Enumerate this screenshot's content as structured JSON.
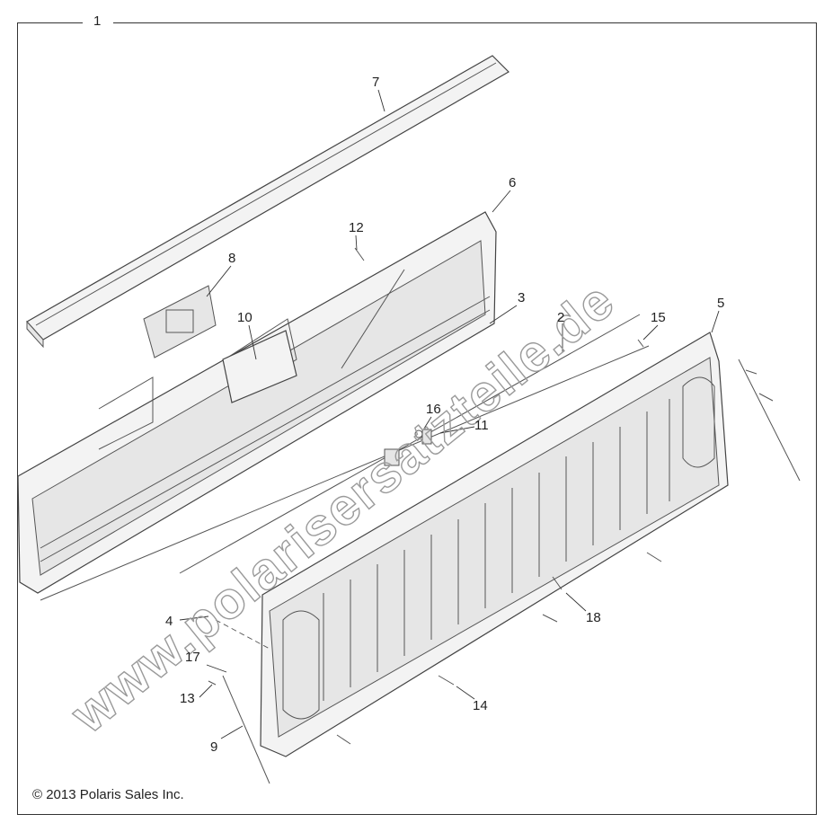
{
  "diagram": {
    "callouts": [
      "1",
      "7",
      "6",
      "12",
      "8",
      "3",
      "2",
      "15",
      "5",
      "10",
      "16",
      "11",
      "4",
      "18",
      "17",
      "13",
      "14",
      "9"
    ],
    "watermark": "www.polarisersatzteile.de",
    "copyright": "© 2013 Polaris Sales Inc."
  }
}
